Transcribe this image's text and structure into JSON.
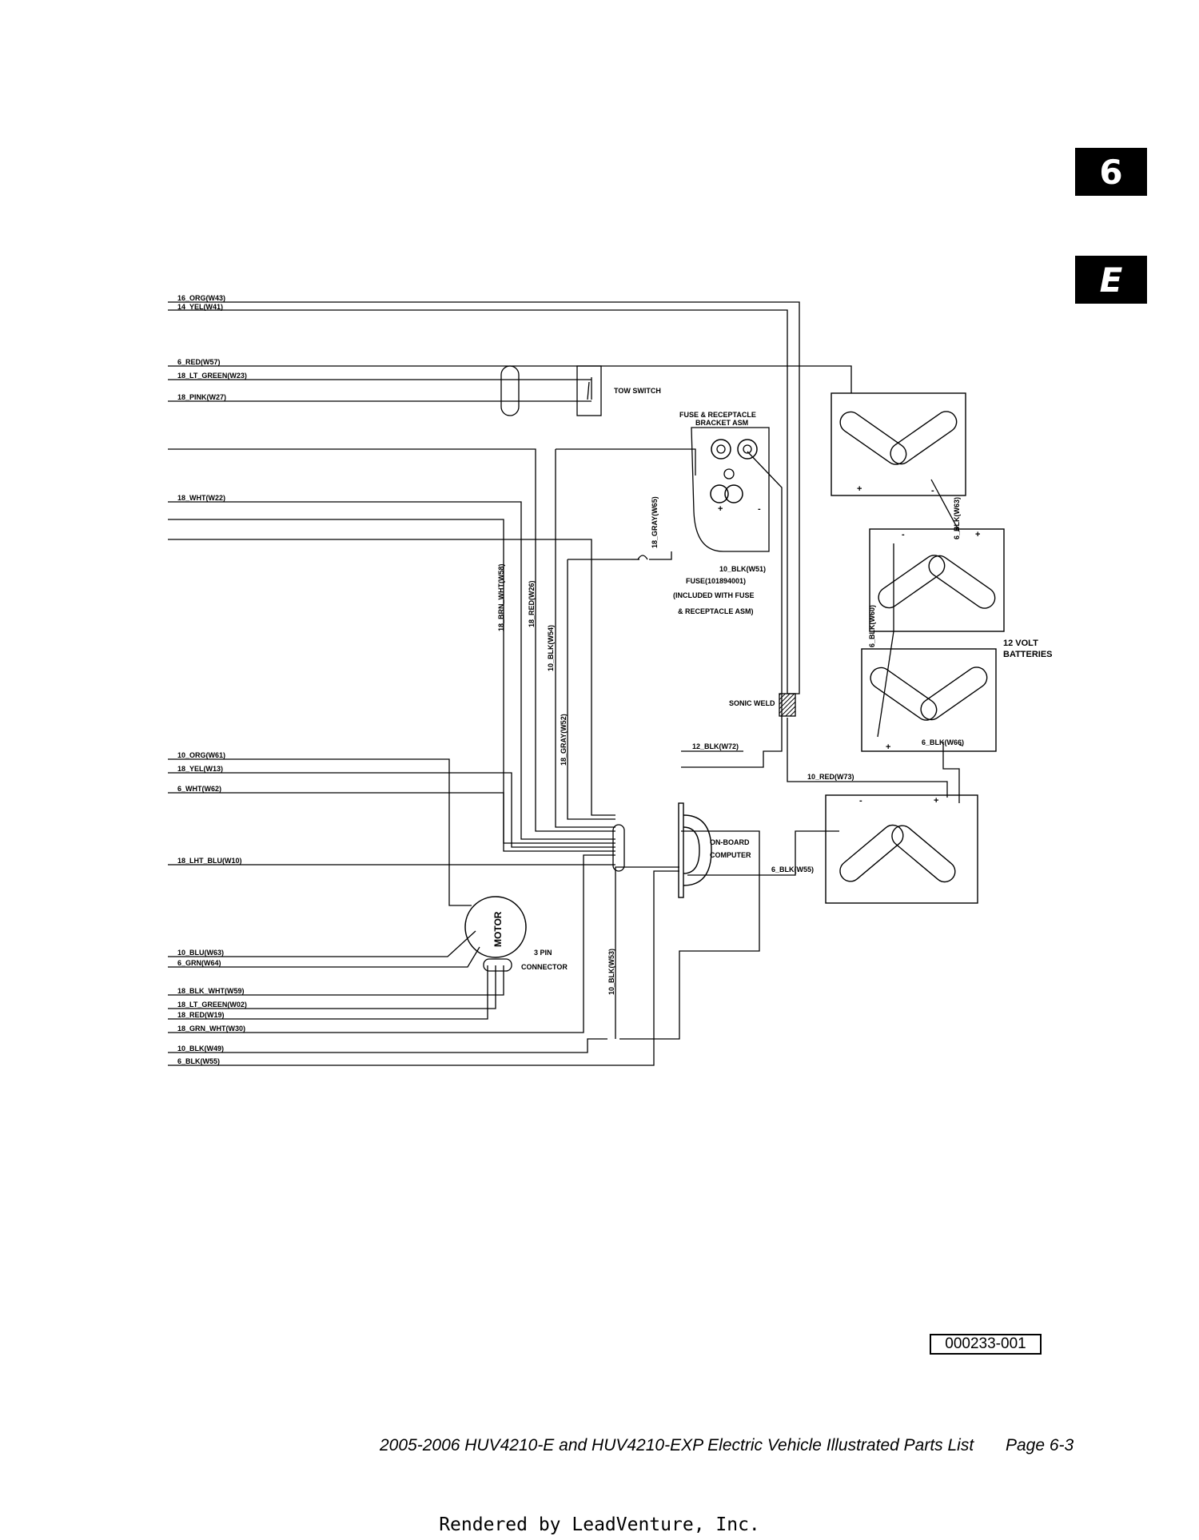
{
  "tabs": {
    "section": "6",
    "letter": "E"
  },
  "wire_labels": {
    "w43": "16_ORG(W43)",
    "w41": "14_YEL(W41)",
    "w57": "6_RED(W57)",
    "w23": "18_LT_GREEN(W23)",
    "w27": "18_PINK(W27)",
    "w22": "18_WHT(W22)",
    "w65": "18_GRAY(W65)",
    "w51": "10_BLK(W51)",
    "w58": "18_BRN_WHT(W58)",
    "w26": "18_RED(W26)",
    "w54": "10_BLK(W54)",
    "w52_gray": "18_GRAY(W52)",
    "w72": "12_BLK(W72)",
    "w73": "10_RED(W73)",
    "w61": "10_ORG(W61)",
    "w13": "18_YEL(W13)",
    "w62": "6_WHT(W62)",
    "w10": "18_LHT_BLU(W10)",
    "w55_mid": "6_BLK(W55)",
    "w63": "10_BLU(W63)",
    "w64": "6_GRN(W64)",
    "w53": "10_BLK(W53)",
    "w59": "18_BLK_WHT(W59)",
    "w02": "18_LT_GREEN(W02)",
    "w19": "18_RED(W19)",
    "w30": "18_GRN_WHT(W30)",
    "w49": "10_BLK(W49)",
    "w55_bottom": "6_BLK(W55)",
    "w63_batt": "6_BLK(W63)",
    "w60": "6_BLK(W60)",
    "w66": "6_BLK(W66)"
  },
  "components": {
    "tow_switch": "TOW SWITCH",
    "fuse_bracket_line1": "FUSE & RECEPTACLE",
    "fuse_bracket_line2": "BRACKET ASM",
    "fuse_line1": "FUSE(101894001)",
    "fuse_line2": "(INCLUDED WITH FUSE",
    "fuse_line3": "& RECEPTACLE ASM)",
    "sonic_weld": "SONIC WELD",
    "batteries_line1": "12 VOLT",
    "batteries_line2": "BATTERIES",
    "computer_line1": "ON-BOARD",
    "computer_line2": "COMPUTER",
    "motor": "MOTOR",
    "connector_line1": "3 PIN",
    "connector_line2": "CONNECTOR",
    "plus": "+",
    "minus": "-"
  },
  "part_number": "000233-001",
  "footer": {
    "title": "2005-2006 HUV4210-E and HUV4210-EXP Electric Vehicle Illustrated Parts List",
    "page": "Page 6-3",
    "rendered_by": "Rendered by LeadVenture, Inc."
  }
}
